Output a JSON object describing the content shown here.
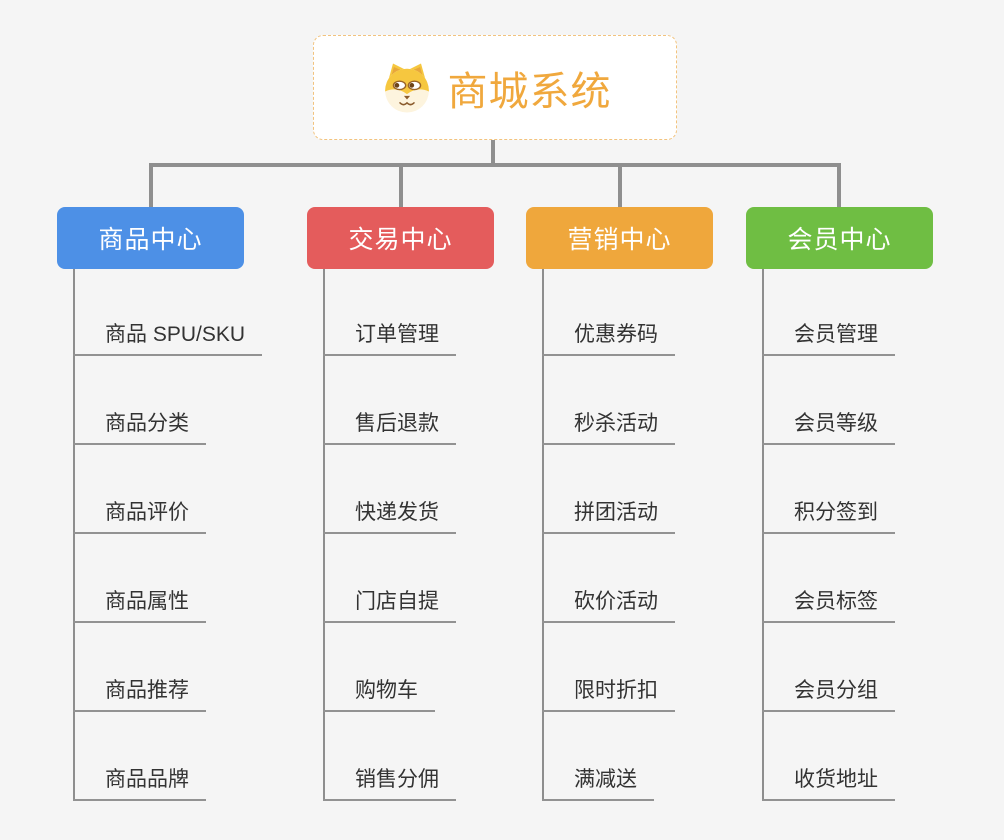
{
  "root": {
    "title": "商城系统",
    "icon": "dog-face-icon",
    "title_color": "#f0a83d",
    "border_color": "#f2c37e"
  },
  "colors": {
    "background": "#f5f5f5",
    "connector": "#8f8f8f",
    "leaf_text": "#333333",
    "leaf_underline": "#929292"
  },
  "branches": [
    {
      "label": "商品中心",
      "color": "#4d90e6",
      "children": [
        "商品 SPU/SKU",
        "商品分类",
        "商品评价",
        "商品属性",
        "商品推荐",
        "商品品牌"
      ]
    },
    {
      "label": "交易中心",
      "color": "#e45c5c",
      "children": [
        "订单管理",
        "售后退款",
        "快递发货",
        "门店自提",
        "购物车",
        "销售分佣"
      ]
    },
    {
      "label": "营销中心",
      "color": "#efa73c",
      "children": [
        "优惠券码",
        "秒杀活动",
        "拼团活动",
        "砍价活动",
        "限时折扣",
        "满减送"
      ]
    },
    {
      "label": "会员中心",
      "color": "#6fbe43",
      "children": [
        "会员管理",
        "会员等级",
        "积分签到",
        "会员标签",
        "会员分组",
        "收货地址"
      ]
    }
  ]
}
